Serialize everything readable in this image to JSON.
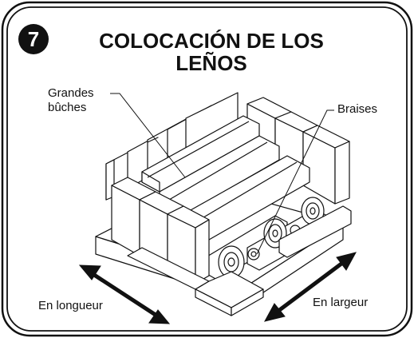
{
  "step": {
    "number": "7",
    "title_line1": "COLOCACIÓN DE LOS",
    "title_line2": "LEÑOS"
  },
  "labels": {
    "grandes": "Grandes",
    "buches": "bûches",
    "braises": "Braises",
    "longueur": "En longueur",
    "largeur": "En largeur"
  },
  "colors": {
    "stroke": "#111111",
    "background": "#ffffff",
    "badge": "#111111"
  }
}
